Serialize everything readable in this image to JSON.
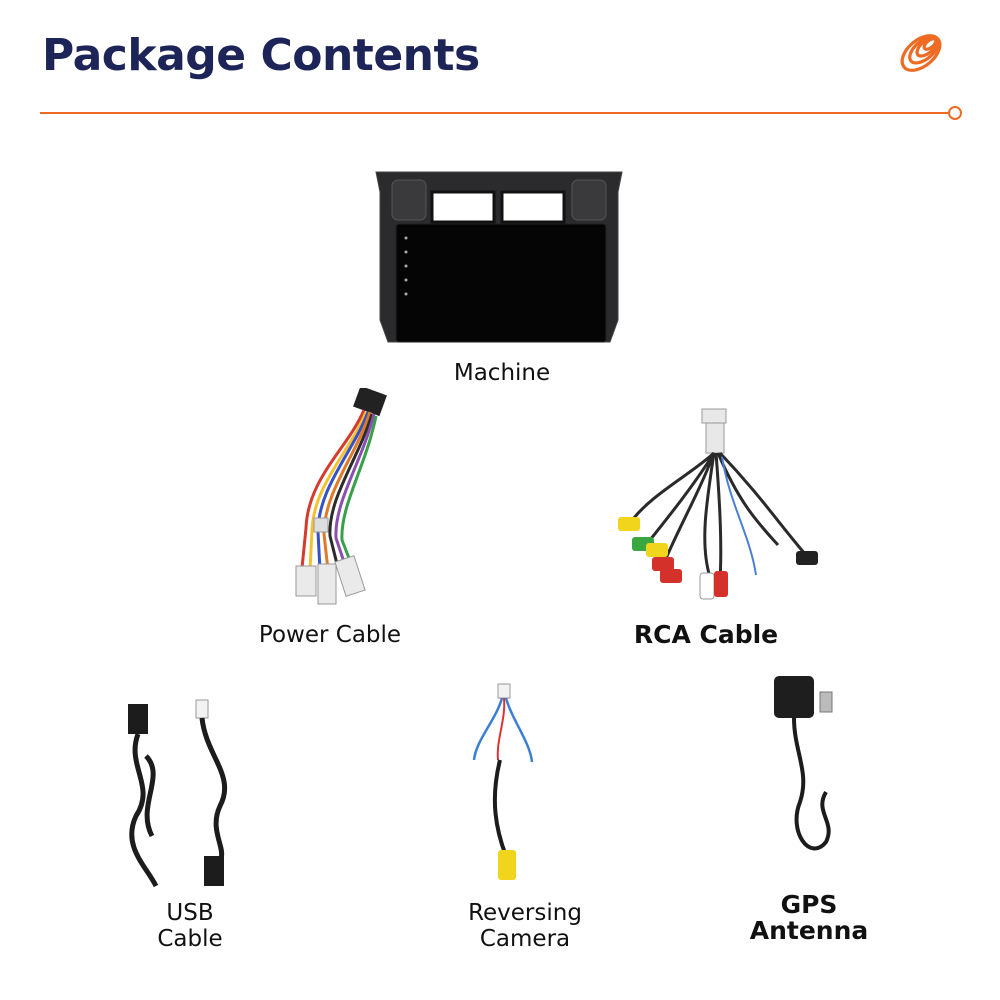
{
  "header": {
    "title": "Package Contents",
    "accent_color": "#ee6b24",
    "title_color": "#1d2457",
    "logo_icon": "orange-coil-logo-icon"
  },
  "items": [
    {
      "label": "Machine",
      "icon": "car-stereo-unit-image"
    },
    {
      "label": "Power Cable",
      "icon": "power-wiring-harness-image"
    },
    {
      "label": "RCA Cable",
      "icon": "rca-cable-bundle-image"
    },
    {
      "label_line1": "USB",
      "label_line2": "Cable",
      "icon": "usb-cables-image"
    },
    {
      "label_line1": "Reversing",
      "label_line2": "Camera",
      "icon": "reversing-camera-cable-image"
    },
    {
      "label_line1": "GPS",
      "label_line2": "Antenna",
      "icon": "gps-antenna-image"
    }
  ]
}
